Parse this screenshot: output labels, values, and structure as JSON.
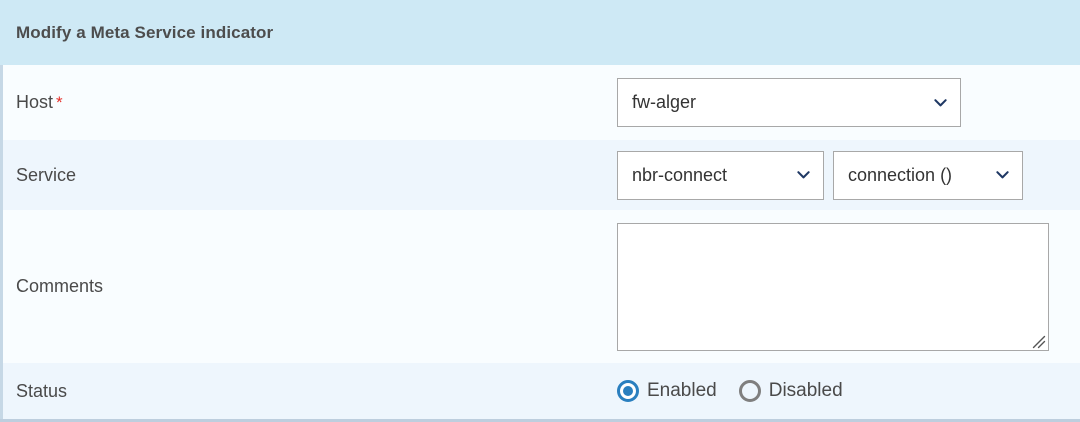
{
  "panel": {
    "title": "Modify a Meta Service indicator",
    "header_bg": "#cee9f5",
    "accent_blue": "#2a7fbf",
    "required_color": "#e52d27"
  },
  "rows": {
    "host": {
      "label": "Host",
      "required_marker": "*",
      "select_value": "fw-alger"
    },
    "service": {
      "label": "Service",
      "service_value": "nbr-connect",
      "metric_value": "connection ()"
    },
    "comments": {
      "label": "Comments",
      "value": "",
      "placeholder": ""
    },
    "status": {
      "label": "Status",
      "options": [
        {
          "label": "Enabled",
          "selected": true
        },
        {
          "label": "Disabled",
          "selected": false
        }
      ]
    }
  }
}
